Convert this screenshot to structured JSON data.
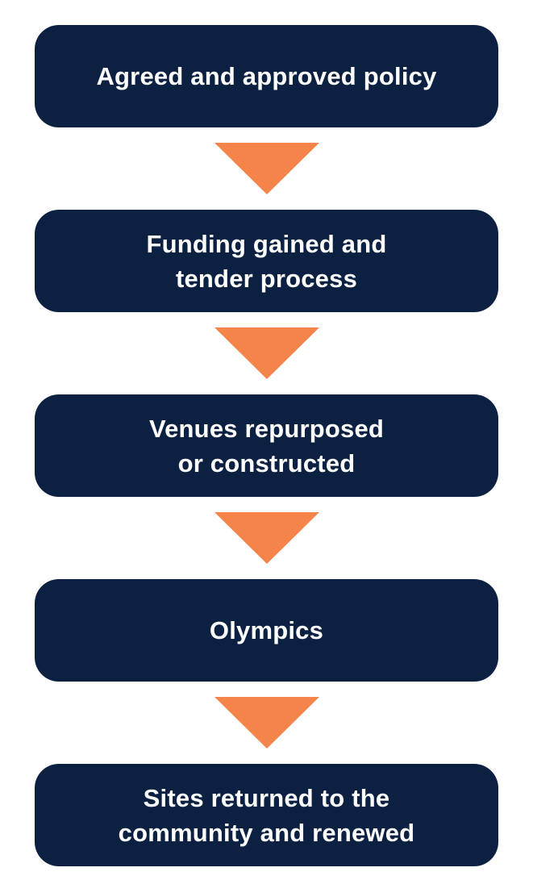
{
  "diagram": {
    "type": "vertical-flowchart",
    "colors": {
      "box": "#0c2142",
      "text": "#ffffff",
      "arrow": "#f5844a",
      "background": "#ffffff"
    },
    "steps": [
      {
        "label": "Agreed and approved policy"
      },
      {
        "label": "Funding gained and\ntender process"
      },
      {
        "label": "Venues repurposed\n or constructed"
      },
      {
        "label": "Olympics"
      },
      {
        "label": "Sites returned to the\ncommunity and  renewed"
      }
    ],
    "arrows": [
      {
        "from": 0,
        "to": 1,
        "icon": "down-triangle-arrow"
      },
      {
        "from": 1,
        "to": 2,
        "icon": "down-triangle-arrow"
      },
      {
        "from": 2,
        "to": 3,
        "icon": "down-triangle-arrow"
      },
      {
        "from": 3,
        "to": 4,
        "icon": "down-triangle-arrow"
      }
    ]
  }
}
